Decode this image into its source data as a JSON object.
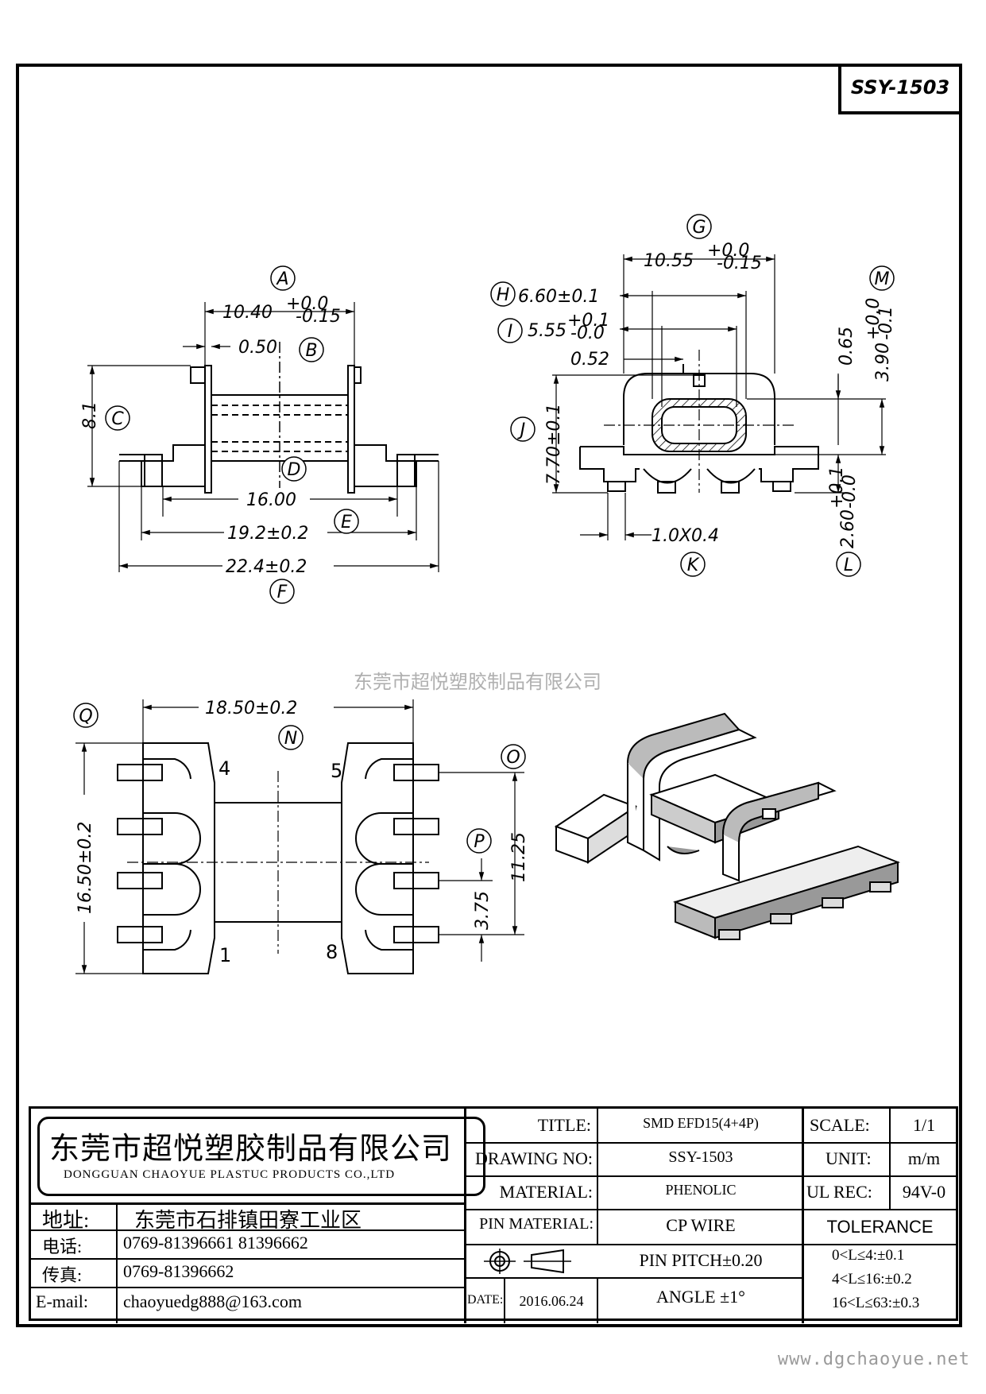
{
  "drawing_no_box": "SSY-1503",
  "views": {
    "side": {
      "A": {
        "letter": "A",
        "value": "10.40",
        "tol_upper": "+0.0",
        "tol_lower": "-0.15"
      },
      "B": {
        "letter": "B",
        "value": "0.50"
      },
      "C": {
        "letter": "C",
        "value": "8.1"
      },
      "D": {
        "letter": "D",
        "value": "16.00"
      },
      "E": {
        "letter": "E",
        "value": "19.2±0.2"
      },
      "F": {
        "letter": "F",
        "value": "22.4±0.2"
      }
    },
    "end": {
      "G": {
        "letter": "G",
        "value": "10.55",
        "tol_upper": "+0.0",
        "tol_lower": "-0.15"
      },
      "H": {
        "letter": "H",
        "value": "6.60±0.1"
      },
      "I": {
        "letter": "I",
        "value": "5.55",
        "tol_upper": "+0.1",
        "tol_lower": "-0.0"
      },
      "small": {
        "value": "0.52"
      },
      "J": {
        "letter": "J",
        "value": "7.70±0.1"
      },
      "K": {
        "letter": "K",
        "value": "1.0X0.4"
      },
      "L": {
        "letter": "L",
        "value": "2.60",
        "tol_upper": "+0.1",
        "tol_lower": "-0.0"
      },
      "M": {
        "letter": "M",
        "value": "3.90",
        "tol_upper": "+0.0",
        "tol_lower": "-0.1"
      },
      "m065": {
        "value": "0.65"
      }
    },
    "bottom": {
      "N": {
        "letter": "N",
        "value": "18.50±0.2"
      },
      "Q": {
        "letter": "Q",
        "value": "16.50±0.2"
      },
      "O": {
        "letter": "O",
        "value": "11.25"
      },
      "P": {
        "letter": "P",
        "value": "3.75"
      },
      "pins": {
        "p4": "4",
        "p5": "5",
        "p1": "1",
        "p8": "8"
      }
    }
  },
  "watermark": "东莞市超悦塑胶制品有限公司",
  "title_block": {
    "company_cn": "东莞市超悦塑胶制品有限公司",
    "company_en": "DONGGUAN CHAOYUE PLASTUC PRODUCTS CO.,LTD",
    "address_label": "地址:",
    "address": "东莞市石排镇田寮工业区",
    "phone_label": "电话:",
    "phone": "0769-81396661  81396662",
    "fax_label": "传真:",
    "fax": "0769-81396662",
    "email_label": "E-mail:",
    "email": "chaoyuedg888@163.com",
    "title_label": "TITLE:",
    "title": "SMD EFD15(4+4P)",
    "drawing_no_label": "DRAWING NO:",
    "drawing_no": "SSY-1503",
    "material_label": "MATERIAL:",
    "material": "PHENOLIC",
    "pin_material_label": "PIN MATERIAL:",
    "pin_material": "CP WIRE",
    "pin_pitch": "PIN PITCH±0.20",
    "angle": "ANGLE  ±1°",
    "date_label": "DATE:",
    "date": "2016.06.24",
    "scale_label": "SCALE:",
    "scale": "1/1",
    "unit_label": "UNIT:",
    "unit": "m/m",
    "ul_rec_label": "UL REC:",
    "ul_rec": "94V-0",
    "tolerance_label": "TOLERANCE",
    "tol1": "0<L≤4:±0.1",
    "tol2": "4<L≤16:±0.2",
    "tol3": "16<L≤63:±0.3"
  },
  "footer_url": "www.dgchaoyue.net"
}
